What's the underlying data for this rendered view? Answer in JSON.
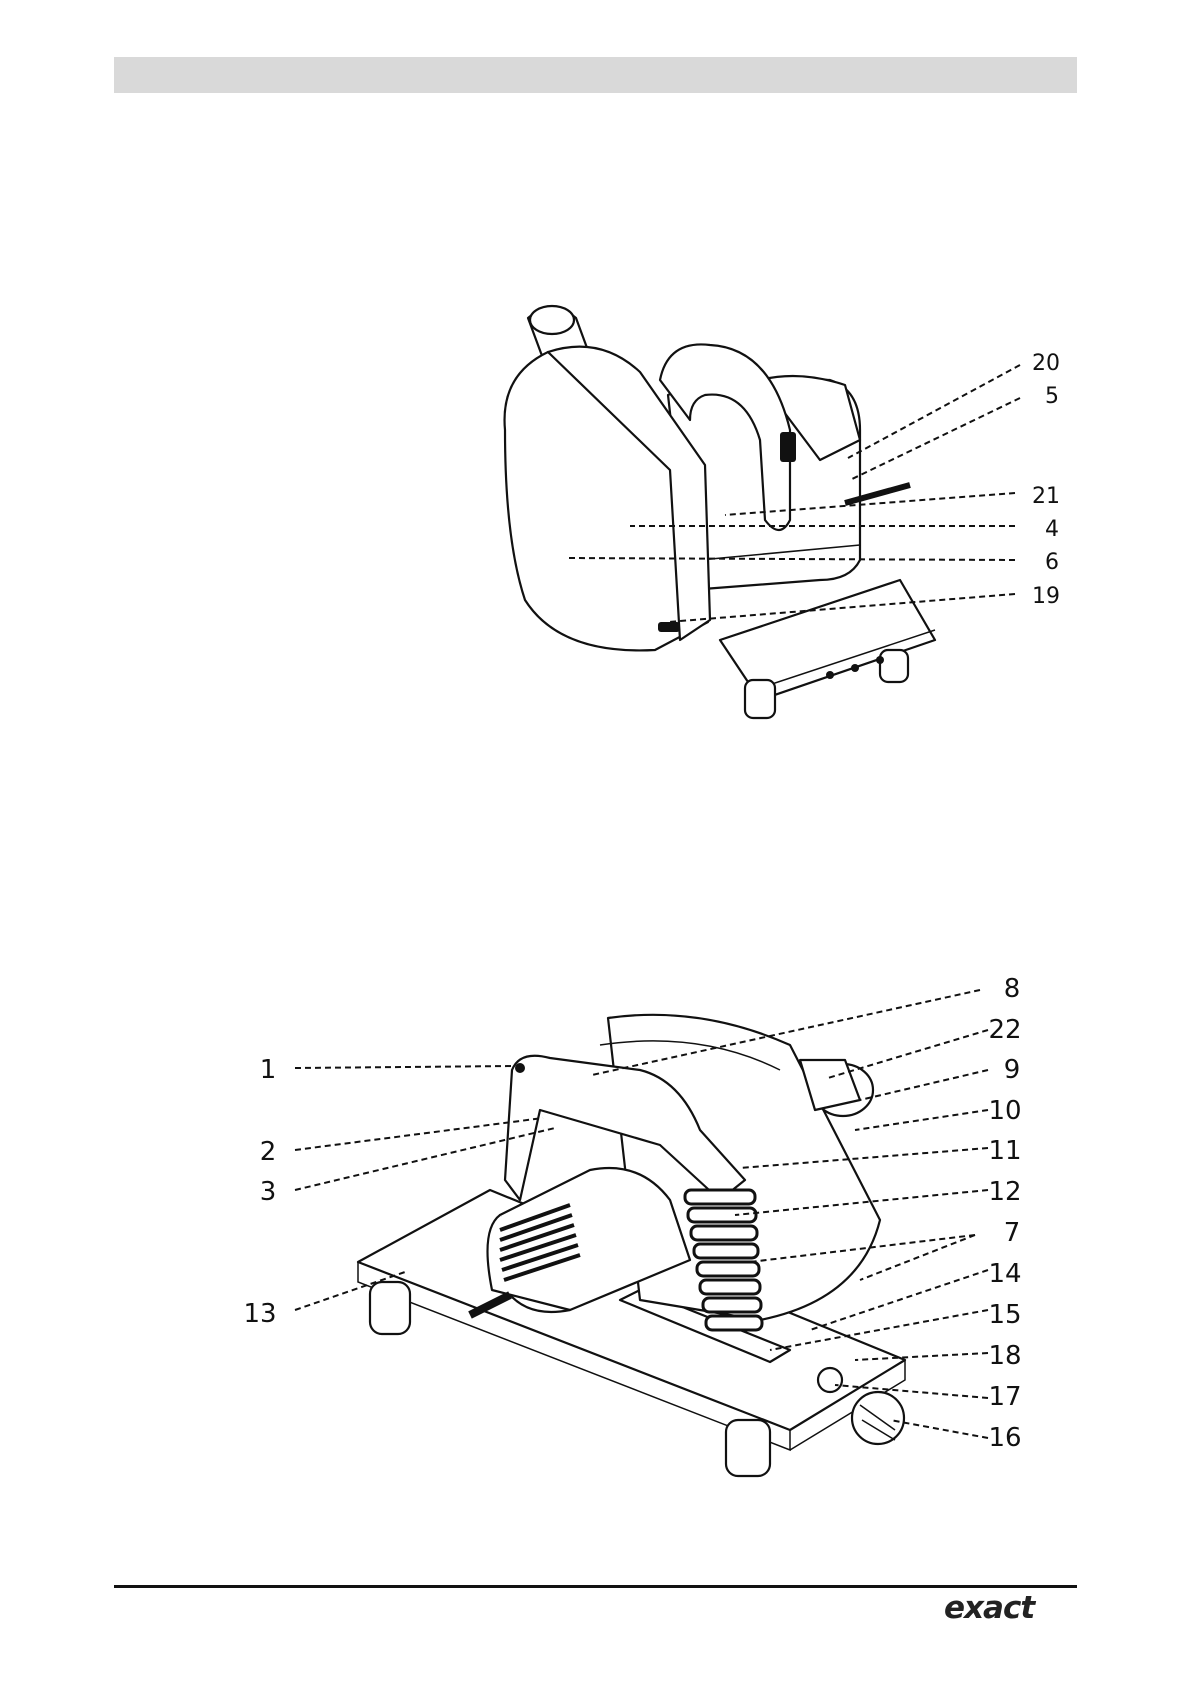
{
  "figure_top": {
    "callouts": [
      "20",
      "5",
      "21",
      "4",
      "6",
      "19"
    ]
  },
  "figure_bottom": {
    "callouts_left": [
      "1",
      "2",
      "3",
      "13"
    ],
    "callouts_right": [
      "8",
      "22",
      "9",
      "10",
      "11",
      "12",
      "7",
      "14",
      "15",
      "18",
      "17",
      "16"
    ]
  },
  "footer": {
    "logo": "exact"
  }
}
